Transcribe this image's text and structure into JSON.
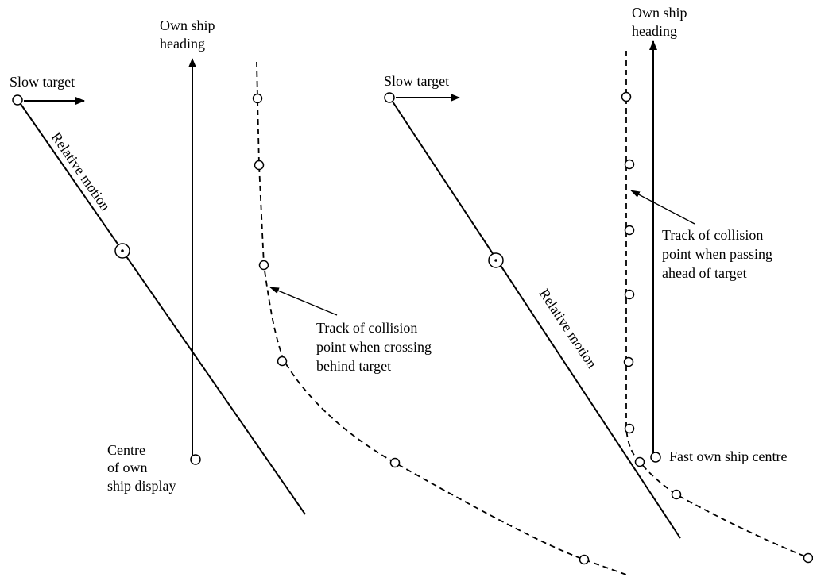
{
  "left_panel": {
    "heading_label_1": "Own ship",
    "heading_label_2": "heading",
    "target_label": "Slow target",
    "relative_motion_label": "Relative motion",
    "track_label_1": "Track of collision",
    "track_label_2": "point when crossing",
    "track_label_3": "behind target",
    "centre_label_1": "Centre",
    "centre_label_2": "of own",
    "centre_label_3": "ship display"
  },
  "right_panel": {
    "heading_label_1": "Own ship",
    "heading_label_2": "heading",
    "target_label": "Slow target",
    "relative_motion_label": "Relative motion",
    "track_label_1": "Track of collision",
    "track_label_2": "point when passing",
    "track_label_3": "ahead of target",
    "centre_label": "Fast own ship centre"
  }
}
